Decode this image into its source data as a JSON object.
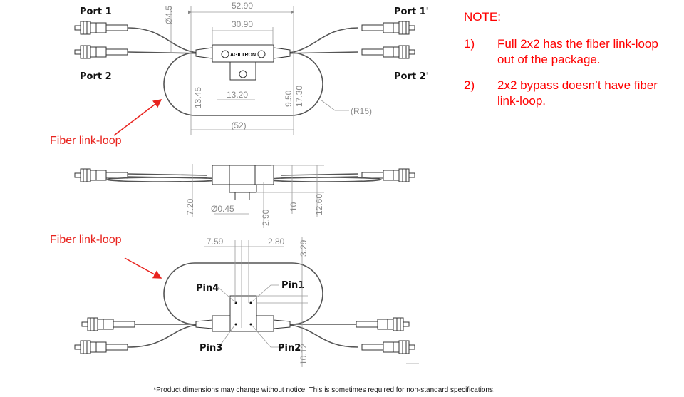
{
  "top_view": {
    "port1": "Port 1",
    "port2": "Port 2",
    "port1p": "Port 1'",
    "port2p": "Port 2'",
    "dims": {
      "d52_90": "52.90",
      "d30_90": "30.90",
      "phi4_5": "Ø4.5",
      "d13_45": "13.45",
      "d13_20": "13.20",
      "d9_50": "9.50",
      "d17_30": "17.30",
      "r15": "(R15)",
      "d52": "(52)"
    },
    "brand": "AGILTRON"
  },
  "side_view": {
    "dims": {
      "d7_20": "7.20",
      "phi0_45": "Ø0.45",
      "d2_90": "2.90",
      "d10": "10",
      "d12_60": "12.60"
    }
  },
  "bottom_view": {
    "pins": {
      "pin1": "Pin1",
      "pin2": "Pin2",
      "pin3": "Pin3",
      "pin4": "Pin4"
    },
    "dims": {
      "d7_59": "7.59",
      "d2_80": "2.80",
      "d3_29": "3.29",
      "d10_12": "10.12"
    }
  },
  "annotations": {
    "loop_label_top": "Fiber link-loop",
    "loop_label_bottom": "Fiber link-loop"
  },
  "notes": {
    "title": "NOTE:",
    "items": [
      {
        "num": "1)",
        "text": "Full 2x2 has the fiber link-loop out of the package."
      },
      {
        "num": "2)",
        "text": "2x2 bypass doesn’t have fiber link-loop."
      }
    ]
  },
  "footer": "*Product dimensions may change without notice. This is sometimes required for non-standard specifications.",
  "colors": {
    "annotation": "#e8231e",
    "dimension": "#8a8a8a"
  }
}
